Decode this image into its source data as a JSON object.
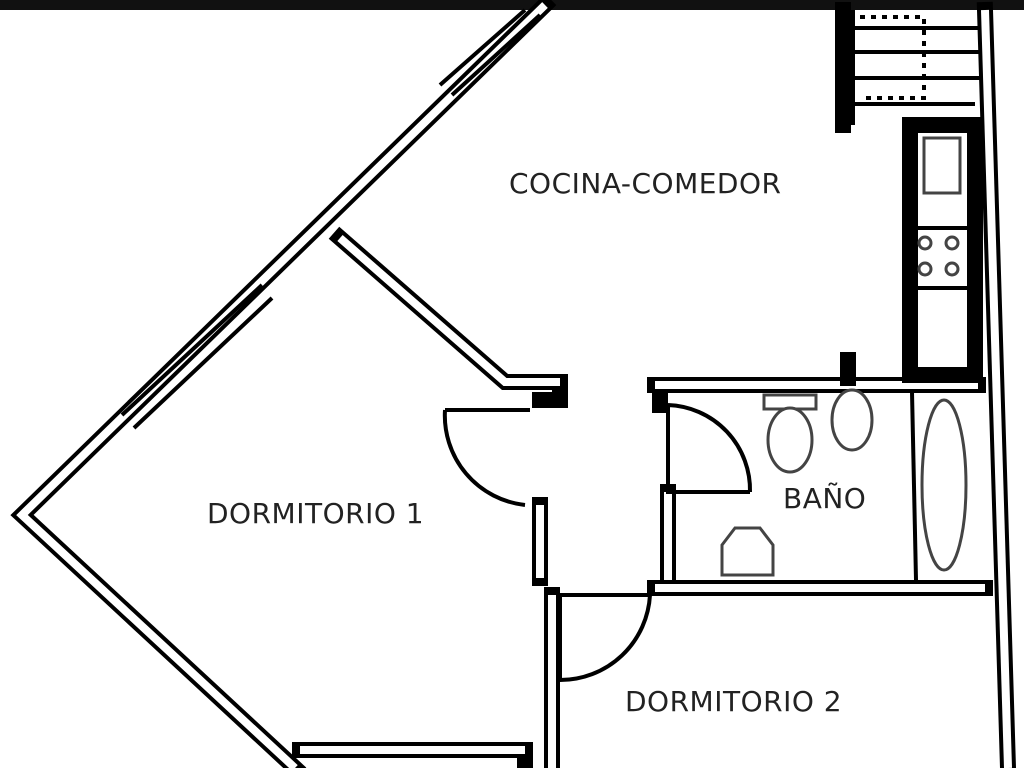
{
  "plan": {
    "rooms": {
      "kitchen_dining": "COCINA-COMEDOR",
      "bedroom_1": "DORMITORIO 1",
      "bathroom": "BAÑO",
      "bedroom_2": "DORMITORIO 2"
    },
    "colors": {
      "wall": "#000000",
      "background": "#ffffff",
      "top_bar": "#111111"
    }
  }
}
